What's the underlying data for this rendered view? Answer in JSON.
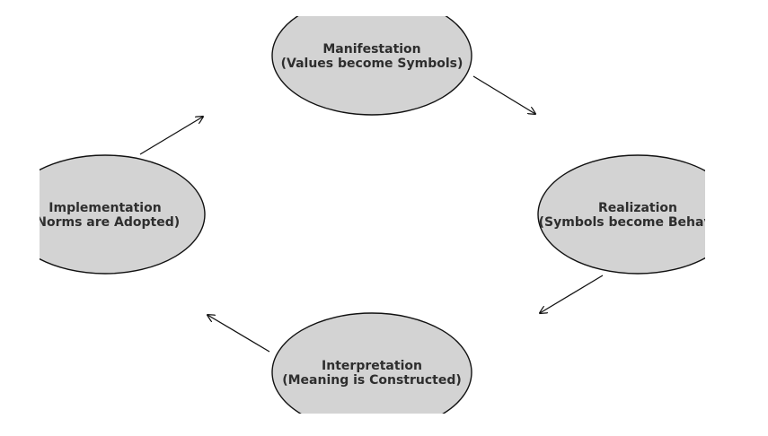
{
  "diagram": {
    "type": "cycle",
    "colors": {
      "node_fill": "#d3d3d3",
      "node_stroke": "#111111",
      "text": "#2e2e2e",
      "arrow": "#111111",
      "background": "#ffffff"
    },
    "nodes": [
      {
        "id": "manifestation",
        "title": "Manifestation",
        "subtitle": "(Values become Symbols)"
      },
      {
        "id": "realization",
        "title": "Realization",
        "subtitle": "(Symbols become Behavior)"
      },
      {
        "id": "interpretation",
        "title": "Interpretation",
        "subtitle": "(Meaning is Constructed)"
      },
      {
        "id": "implementation",
        "title": "Implementation",
        "subtitle": "(Norms are Adopted)"
      }
    ],
    "edges": [
      {
        "from": "manifestation",
        "to": "realization"
      },
      {
        "from": "realization",
        "to": "interpretation"
      },
      {
        "from": "interpretation",
        "to": "implementation"
      },
      {
        "from": "implementation",
        "to": "manifestation"
      }
    ]
  }
}
